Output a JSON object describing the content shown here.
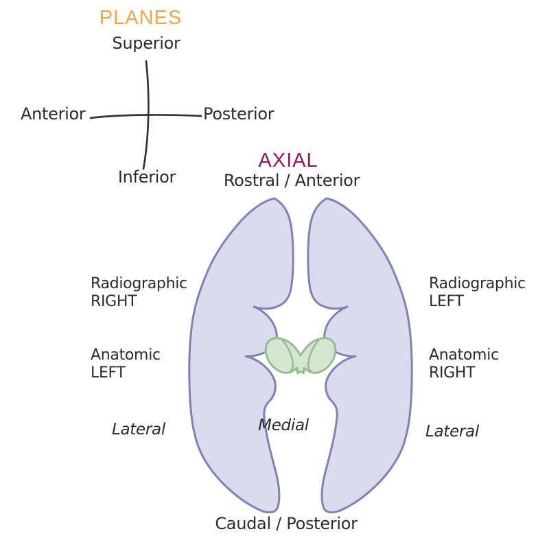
{
  "planes_section": {
    "title": "PLANES",
    "title_color": "#F2A44C",
    "top": "Superior",
    "bottom": "Inferior",
    "left": "Anterior",
    "right": "Posterior"
  },
  "axial_section": {
    "title": "AXIAL",
    "title_color": "#8E1A5C",
    "top_label": "Rostral / Anterior",
    "bottom_label": "Caudal / Posterior",
    "left_labels": {
      "radiographic": [
        "Radiographic",
        "RIGHT"
      ],
      "anatomic": [
        "Anatomic",
        "LEFT"
      ],
      "lateral": "Lateral"
    },
    "right_labels": {
      "radiographic": [
        "Radiographic",
        "LEFT"
      ],
      "anatomic": [
        "Anatomic",
        "RIGHT"
      ],
      "lateral": "Lateral"
    },
    "center_label": "Medial"
  },
  "colors": {
    "hemisphere_fill": "#DADBEC",
    "hemisphere_stroke": "#7E82B4",
    "midbrain_fill": "#D5E6D0",
    "midbrain_stroke": "#94BD90",
    "cross_stroke": "#333333",
    "text": "#2B2B2B"
  }
}
